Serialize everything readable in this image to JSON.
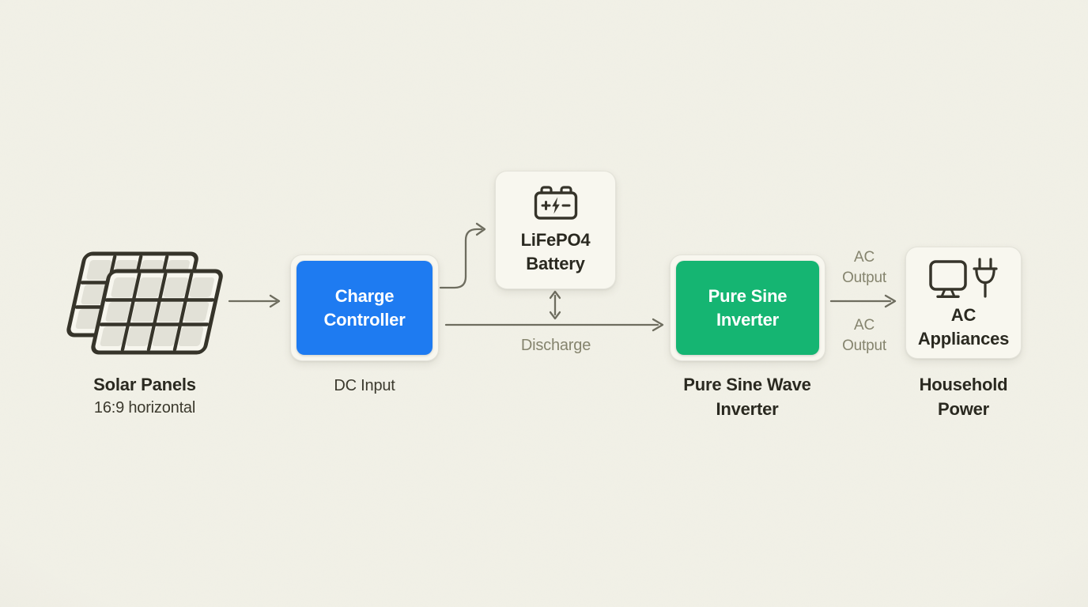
{
  "colors": {
    "background": "#f2f1e8",
    "card_bg": "#f8f7ef",
    "accent_blue": "#1e7bf1",
    "accent_green": "#15b572",
    "arrow": "#6e6d5f",
    "text_dark": "#2a2920",
    "text_gray": "#85846e",
    "panel_cell": "#e2e1d7",
    "icon_stroke": "#36342a"
  },
  "nodes": {
    "solar": {
      "icon": "solar-panels-icon",
      "label": "Solar Panels",
      "sublabel": "16:9 horizontal"
    },
    "controller": {
      "title": "Charge Controller",
      "caption": "DC Input"
    },
    "battery": {
      "icon": "battery-icon",
      "title": "LiFePO4 Battery"
    },
    "inverter": {
      "title": "Pure Sine Inverter",
      "caption": "Pure Sine Wave Inverter"
    },
    "appliances": {
      "icons": [
        "monitor-icon",
        "plug-icon"
      ],
      "title": "AC Appliances",
      "caption": "Household Power"
    }
  },
  "edges": {
    "panels_to_controller": {
      "type": "arrow-right"
    },
    "controller_to_battery": {
      "type": "elbow-arrow-up-right"
    },
    "battery_exchange": {
      "type": "double-arrow-vertical"
    },
    "controller_to_inverter": {
      "type": "arrow-right",
      "label": "Discharge"
    },
    "inverter_to_appliances": {
      "type": "arrow-right",
      "label_above": "AC Output",
      "label_below": "AC Output"
    }
  }
}
